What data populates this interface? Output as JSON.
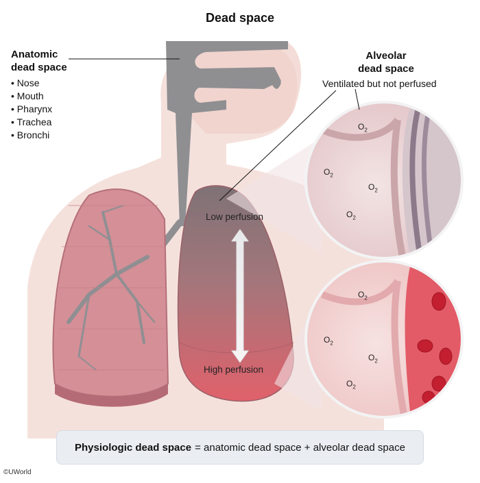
{
  "title": "Dead space",
  "anatomic": {
    "title_line1": "Anatomic",
    "title_line2": "dead space",
    "items": [
      "Nose",
      "Mouth",
      "Pharynx",
      "Trachea",
      "Bronchi"
    ]
  },
  "alveolar": {
    "title_line1": "Alveolar",
    "title_line2": "dead space",
    "subtitle": "Ventilated but not perfused"
  },
  "perfusion": {
    "low": "Low perfusion",
    "high": "High perfusion"
  },
  "o2_label": "O",
  "o2_sub": "2",
  "formula": {
    "bold": "Physiologic dead space",
    "rest": "= anatomic dead space + alveolar dead space"
  },
  "credit": "©UWorld",
  "colors": {
    "skin": "#f4dcd6",
    "airway": "#8e8e90",
    "lung_pink": "#d9919a",
    "lung_shadow": "#b76a74",
    "alveolus": "#e9c8c9",
    "vessel_empty": "#9a8494",
    "vessel_blood": "#e05762",
    "rbc": "#c7202f",
    "formula_bg": "#eaeef3"
  }
}
